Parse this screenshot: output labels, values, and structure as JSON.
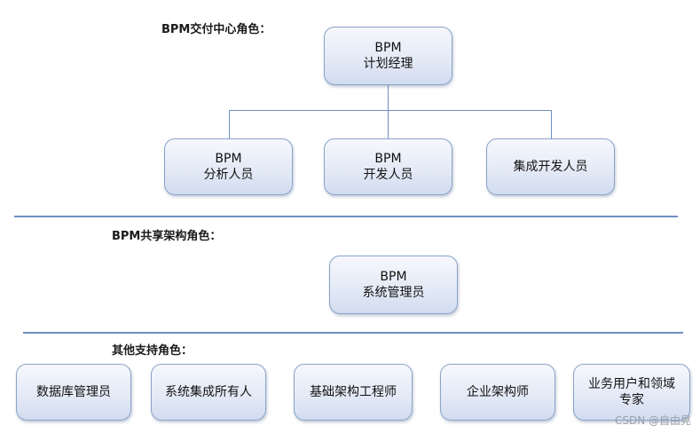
{
  "delivery_section": {
    "label": "BPM交付中心角色：",
    "top_box": {
      "line1": "BPM",
      "line2": "计划经理"
    },
    "children": [
      {
        "line1": "BPM",
        "line2": "分析人员"
      },
      {
        "line1": "BPM",
        "line2": "开发人员"
      },
      {
        "line1": "",
        "line2": "集成开发人员"
      }
    ]
  },
  "shared_section": {
    "label": "BPM共享架构角色：",
    "box": {
      "line1": "BPM",
      "line2": "系统管理员"
    }
  },
  "support_section": {
    "label": "其他支持角色：",
    "boxes": [
      {
        "line1": "数据库管理员",
        "line2": ""
      },
      {
        "line1": "系统集成所有人",
        "line2": ""
      },
      {
        "line1": "基础架构工程师",
        "line2": ""
      },
      {
        "line1": "企业架构师",
        "line2": ""
      },
      {
        "line1": "业务用户和领域",
        "line2": "专家"
      }
    ]
  },
  "watermark": "CSDN @自由晃"
}
